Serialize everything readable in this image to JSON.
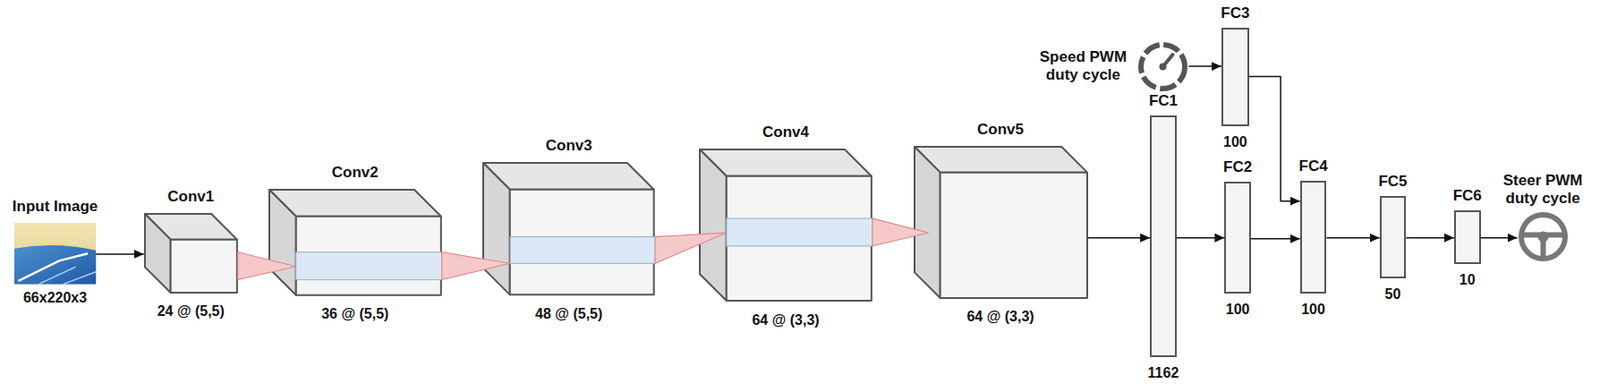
{
  "diagram": {
    "nodes": [
      {
        "text": [
          "Input Image",
          "66x220x3"
        ]
      },
      {
        "text": [
          "Conv1",
          "24 @ (5,5)"
        ]
      },
      {
        "text": [
          "Conv2",
          "36 @ (5,5)"
        ]
      },
      {
        "text": [
          "Conv3",
          "48 @ (5,5)"
        ]
      },
      {
        "text": [
          "Conv4",
          "64 @ (3,3)"
        ]
      },
      {
        "text": [
          "Conv5",
          "64 @ (3,3)"
        ]
      },
      {
        "text": [
          "Speed PWM duty cycle"
        ]
      },
      {
        "text": [
          "FC3",
          "100"
        ]
      },
      {
        "text": [
          "FC1",
          "1162"
        ]
      },
      {
        "text": [
          "FC2",
          "100"
        ]
      },
      {
        "text": [
          "FC4",
          "100"
        ]
      },
      {
        "text": [
          "FC5",
          "50"
        ]
      },
      {
        "text": [
          "FC6",
          "10"
        ]
      },
      {
        "text": [
          "Steer PWM duty cycle"
        ]
      }
    ],
    "edges": [
      {
        "from": 0,
        "to": 1,
        "arrow": "to"
      },
      {
        "from": 5,
        "to": 8,
        "arrow": "to"
      },
      {
        "from": 8,
        "to": 9,
        "arrow": "to"
      },
      {
        "from": 9,
        "to": 10,
        "arrow": "to"
      },
      {
        "from": 6,
        "to": 7,
        "arrow": "to"
      },
      {
        "from": 7,
        "to": 10,
        "arrow": "to"
      },
      {
        "from": 10,
        "to": 11,
        "arrow": "to"
      },
      {
        "from": 11,
        "to": 12,
        "arrow": "to"
      },
      {
        "from": 12,
        "to": 13,
        "arrow": "to"
      }
    ]
  }
}
